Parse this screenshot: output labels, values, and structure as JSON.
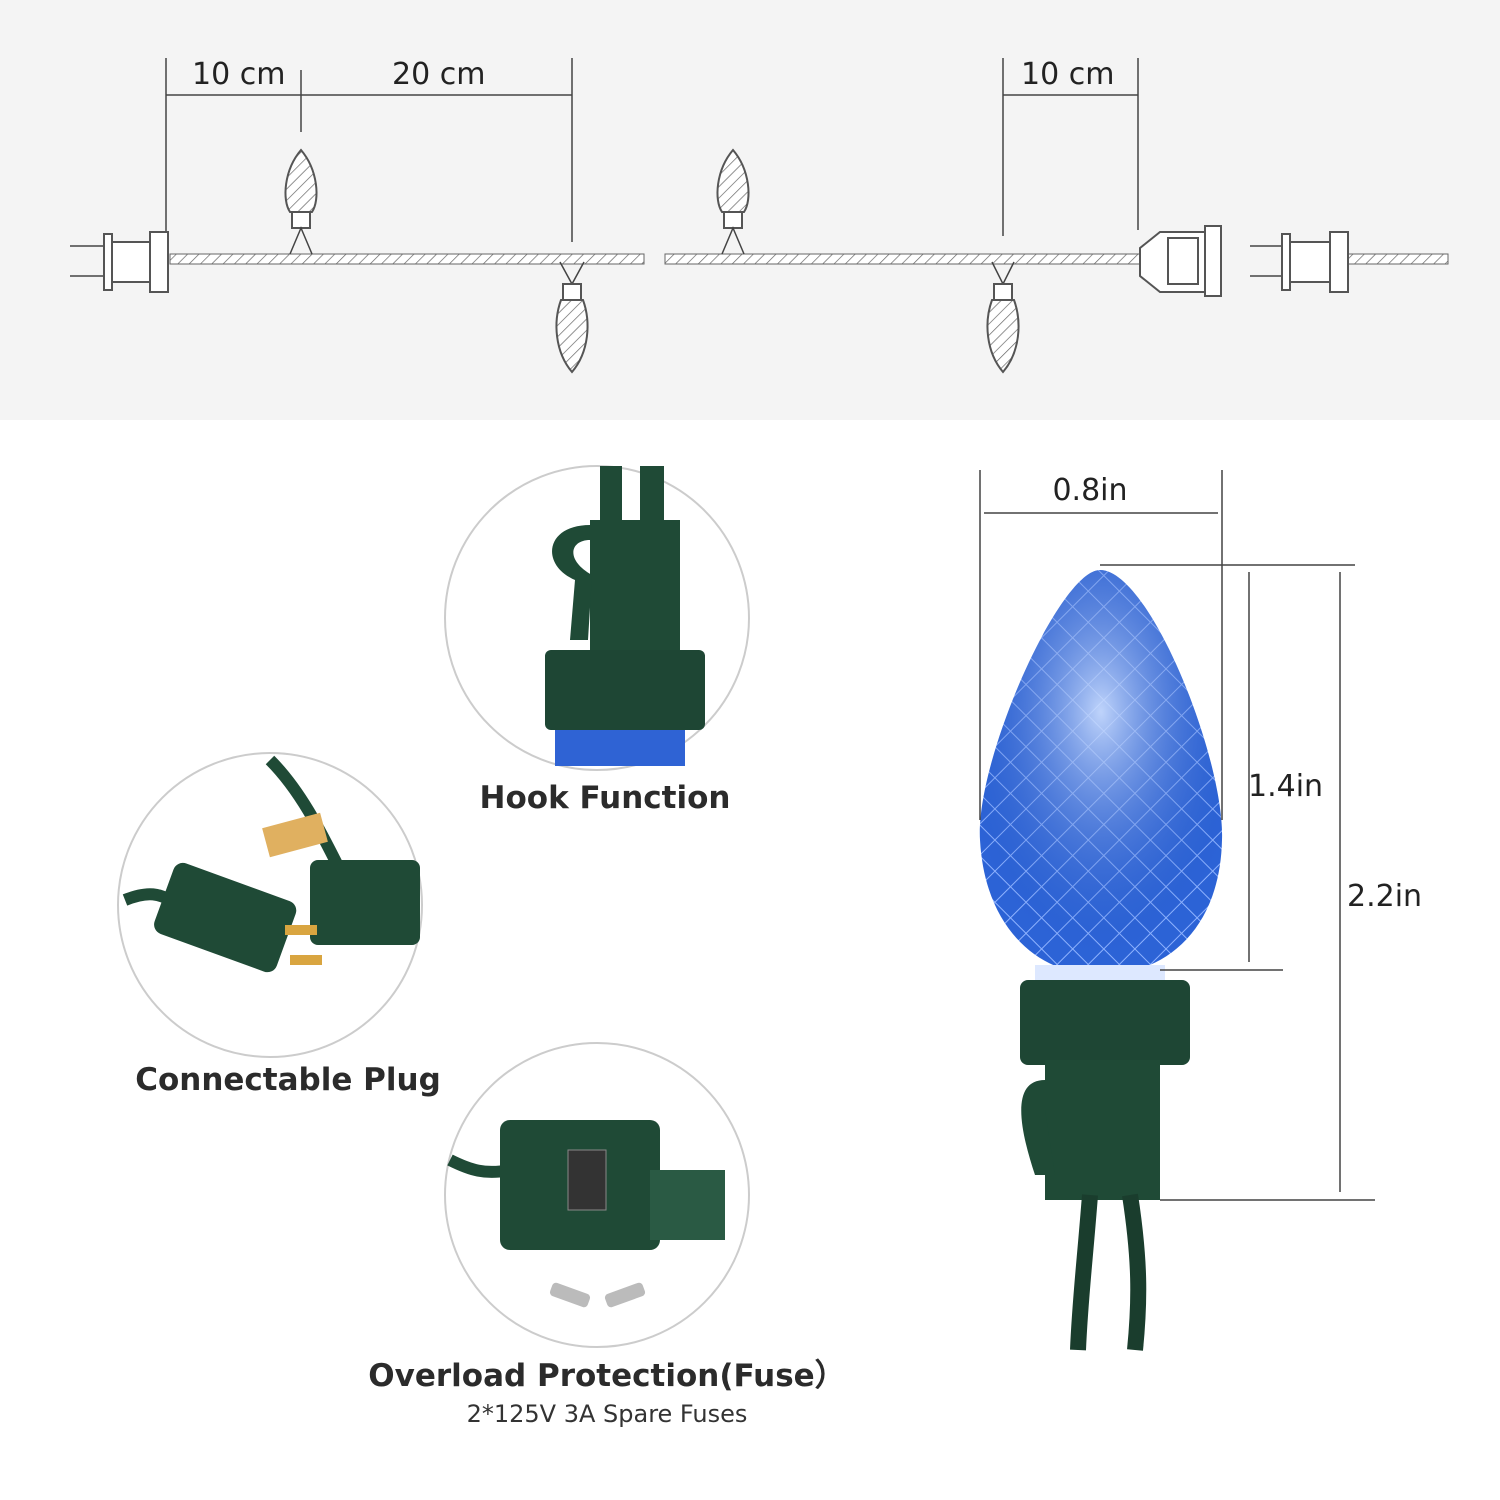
{
  "top_diagram": {
    "spacing_left_1": "10 cm",
    "spacing_left_2": "20 cm",
    "spacing_right": "10 cm"
  },
  "bulb_dimensions": {
    "width": "0.8in",
    "lens_height": "1.4in",
    "total_height": "2.2in"
  },
  "features": [
    {
      "title": "Hook Function"
    },
    {
      "title": "Connectable Plug"
    },
    {
      "title": "Overload Protection(Fuse）",
      "subtitle": "2*125V 3A Spare Fuses"
    }
  ],
  "colors": {
    "socket_green": "#1f4a36",
    "bulb_blue": "#2a5fd0",
    "panel_bg": "#f4f4f4"
  }
}
